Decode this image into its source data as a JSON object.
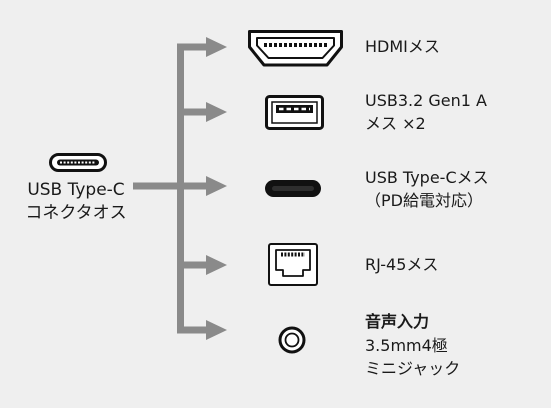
{
  "source": {
    "icon": "usb-c-plug-icon",
    "label": [
      "USB Type-C",
      "コネクタオス"
    ]
  },
  "outputs": [
    {
      "icon": "hdmi-port-icon",
      "label": [
        "HDMIメス"
      ]
    },
    {
      "icon": "usb-a-port-icon",
      "label": [
        "USB3.2 Gen1 A",
        "メス ×2"
      ]
    },
    {
      "icon": "usb-c-port-icon",
      "label": [
        "USB Type-Cメス",
        "（PD給電対応）"
      ]
    },
    {
      "icon": "rj45-port-icon",
      "label": [
        "RJ-45メス"
      ]
    },
    {
      "icon": "audio-jack-icon",
      "label": [
        "音声入力",
        "3.5mm4極",
        "ミニジャック"
      ]
    }
  ],
  "colors": {
    "background": "#efefef",
    "arrow": "#8a8a8a",
    "text": "#1a1a1a",
    "icon": "#111111"
  }
}
